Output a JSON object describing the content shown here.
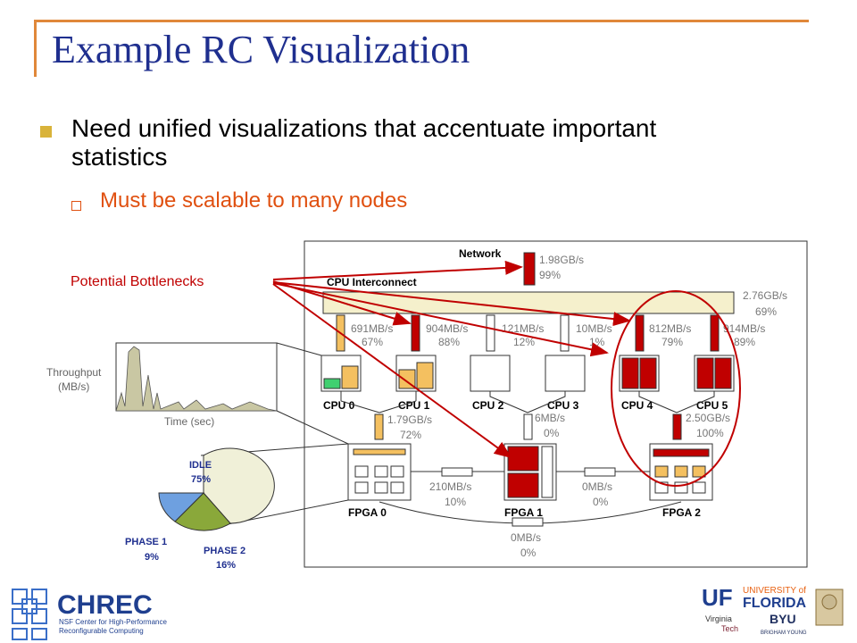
{
  "slide": {
    "title": "Example RC Visualization",
    "bullet": "Need unified visualizations that accentuate important statistics",
    "sub_bullet": "Must be scalable to many nodes"
  },
  "colors": {
    "accent": "#e0883a",
    "title": "#1f2f8f",
    "subbullet": "#e05010",
    "bottleneck": "#c00000",
    "ok": "#f4c060",
    "idle": "#f0f0d8"
  },
  "diagram": {
    "callout": "Potential Bottlenecks",
    "network_label": "Network",
    "network_rate": "1.98GB/s",
    "network_pct": "99%",
    "cpu_interconnect_label": "CPU Interconnect",
    "interconnect_rate": "2.76GB/s",
    "interconnect_pct": "69%",
    "links": [
      {
        "rate": "691MB/s",
        "pct": "67%"
      },
      {
        "rate": "904MB/s",
        "pct": "88%"
      },
      {
        "rate": "121MB/s",
        "pct": "12%"
      },
      {
        "rate": "10MB/s",
        "pct": "1%"
      },
      {
        "rate": "812MB/s",
        "pct": "79%"
      },
      {
        "rate": "914MB/s",
        "pct": "89%"
      }
    ],
    "cpus": [
      "CPU 0",
      "CPU 1",
      "CPU 2",
      "CPU 3",
      "CPU 4",
      "CPU 5"
    ],
    "fpga_links": [
      {
        "rate": "1.79GB/s",
        "pct": "72%"
      },
      {
        "rate": "6MB/s",
        "pct": "0%"
      },
      {
        "rate": "2.50GB/s",
        "pct": "100%"
      }
    ],
    "fpgas": [
      "FPGA 0",
      "FPGA 1",
      "FPGA 2"
    ],
    "fpga_interlinks": [
      {
        "rate": "210MB/s",
        "pct": "10%"
      },
      {
        "rate": "0MB/s",
        "pct": "0%"
      },
      {
        "rate": "0MB/s",
        "pct": "0%"
      }
    ],
    "throughput_label_1": "Throughput",
    "throughput_label_2": "(MB/s)",
    "time_label": "Time (sec)",
    "pie": [
      {
        "name": "IDLE",
        "value": 75,
        "label": "75%"
      },
      {
        "name": "PHASE 1",
        "value": 9,
        "label": "9%"
      },
      {
        "name": "PHASE 2",
        "value": 16,
        "label": "16%"
      }
    ]
  },
  "footer": {
    "chrec": "CHREC",
    "chrec_sub1": "NSF Center for High-Performance",
    "chrec_sub2": "Reconfigurable Computing",
    "uf1": "UF",
    "uf2": "UNIVERSITY of",
    "uf3": "FLORIDA",
    "vt1": "Virginia",
    "vt2": "Tech",
    "byu": "BYU",
    "byu_sub": "BRIGHAM YOUNG"
  }
}
